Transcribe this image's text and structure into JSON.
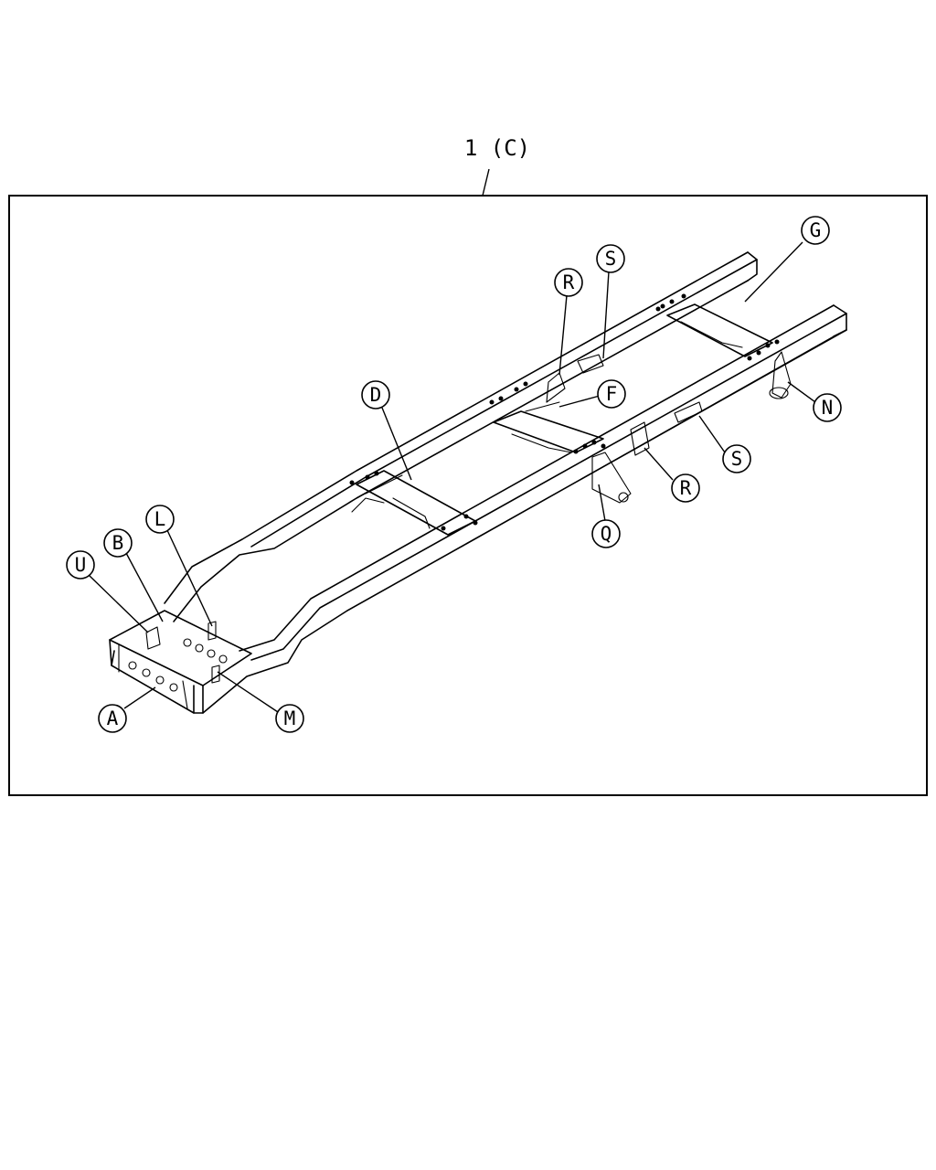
{
  "assembly_label": "1 (C)",
  "callouts": [
    {
      "id": "G",
      "label": "G"
    },
    {
      "id": "S_top",
      "label": "S"
    },
    {
      "id": "R_top",
      "label": "R"
    },
    {
      "id": "D",
      "label": "D"
    },
    {
      "id": "F",
      "label": "F"
    },
    {
      "id": "N",
      "label": "N"
    },
    {
      "id": "S_right",
      "label": "S"
    },
    {
      "id": "R_right",
      "label": "R"
    },
    {
      "id": "Q",
      "label": "Q"
    },
    {
      "id": "L",
      "label": "L"
    },
    {
      "id": "B",
      "label": "B"
    },
    {
      "id": "U",
      "label": "U"
    },
    {
      "id": "A",
      "label": "A"
    },
    {
      "id": "M",
      "label": "M"
    }
  ],
  "line_color": "#000000",
  "background_color": "#ffffff"
}
